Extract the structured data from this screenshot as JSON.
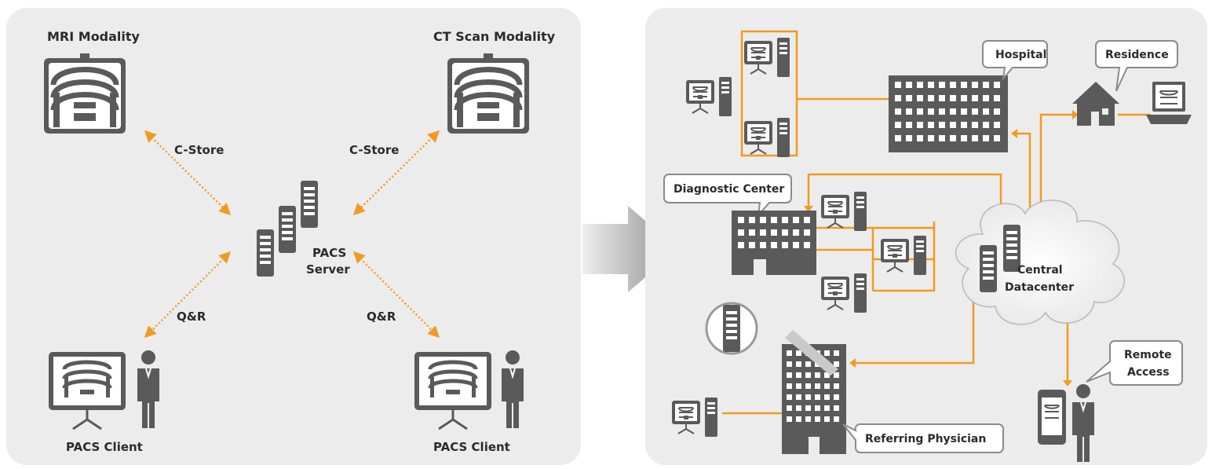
{
  "left_panel": {
    "mr_modality": "MRI Modality",
    "ct_modality": "CT Scan Modality",
    "cstore_left": "C-Store",
    "cstore_right": "C-Store",
    "pacs_server_line1": "PACS",
    "pacs_server_line2": "Server",
    "qr_left": "Q&R",
    "qr_right": "Q&R",
    "pacs_client_left": "PACS Client",
    "pacs_client_right": "PACS Client"
  },
  "right_panel": {
    "hospital": "Hospital",
    "residence": "Residence",
    "diagnostic_center": "Diagnostic Center",
    "central_datacenter_line1": "Central",
    "central_datacenter_line2": "Datacenter",
    "remote_access_line1": "Remote",
    "remote_access_line2": "Access",
    "referring_physician": "Referring Physician"
  },
  "colors": {
    "panel_bg": "#ececec",
    "accent_orange": "#f29a1f",
    "icon_gray": "#5a5a5a",
    "label_text": "#2b2b2b"
  }
}
